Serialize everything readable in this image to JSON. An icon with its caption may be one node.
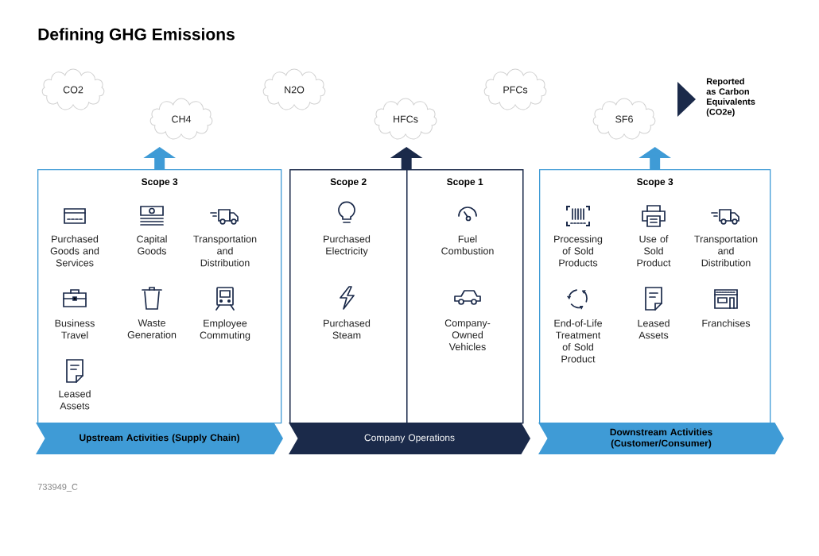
{
  "diagram": {
    "title": "Defining GHG Emissions",
    "nodes": [
      {
        "text": [
          "CO2"
        ]
      },
      {
        "text": [
          "CH4"
        ]
      },
      {
        "text": [
          "N2O"
        ]
      },
      {
        "text": [
          "HFCs"
        ]
      },
      {
        "text": [
          "PFCs"
        ]
      },
      {
        "text": [
          "SF6"
        ]
      },
      {
        "text": [
          "Scope 3"
        ]
      },
      {
        "text": [
          "Purchased Goods and Services"
        ],
        "in": 6
      },
      {
        "text": [
          "Capital Goods"
        ],
        "in": 6
      },
      {
        "text": [
          "Transportation and Distribution"
        ],
        "in": 6
      },
      {
        "text": [
          "Business Travel"
        ],
        "in": 6
      },
      {
        "text": [
          "Waste Generation"
        ],
        "in": 6
      },
      {
        "text": [
          "Employee Commuting"
        ],
        "in": 6
      },
      {
        "text": [
          "Leased Assets"
        ],
        "in": 6
      },
      {
        "text": [],
        "shape": "box"
      },
      {
        "text": [
          "Scope 2"
        ],
        "in": 14
      },
      {
        "text": [
          "Purchased Electricity"
        ],
        "in": 15
      },
      {
        "text": [
          "Purchased Steam"
        ],
        "in": 15
      },
      {
        "text": [
          "Scope 1"
        ],
        "in": 14
      },
      {
        "text": [
          "Fuel Combustion"
        ],
        "in": 18
      },
      {
        "text": [
          "Company-Owned Vehicles"
        ],
        "in": 18
      },
      {
        "text": [
          "Scope 3"
        ]
      },
      {
        "text": [
          "Processing of Sold Products"
        ],
        "in": 21
      },
      {
        "text": [
          "Use of Sold Product"
        ],
        "in": 21
      },
      {
        "text": [
          "Transportation and Distribution"
        ],
        "in": 21
      },
      {
        "text": [
          "End-of-Life Treatment of Sold Product"
        ],
        "in": 21
      },
      {
        "text": [
          "Leased Assets"
        ],
        "in": 21
      },
      {
        "text": [
          "Franchises"
        ],
        "in": 21
      },
      {
        "text": [
          "Upstream Activities (Supply Chain)"
        ]
      },
      {
        "text": [
          "Company Operations"
        ]
      },
      {
        "text": [
          "Downstream Activities (Customer/Consumer)"
        ]
      }
    ],
    "edges": [
      {
        "from": 6,
        "to": null,
        "arrow": "to"
      },
      {
        "from": 14,
        "to": null,
        "arrow": "to",
        "color": "#1b2a4a"
      },
      {
        "from": 21,
        "to": null,
        "arrow": "to"
      }
    ],
    "labels": [
      "Reported as Carbon Equivalents (CO2e)",
      "733949_C"
    ]
  }
}
